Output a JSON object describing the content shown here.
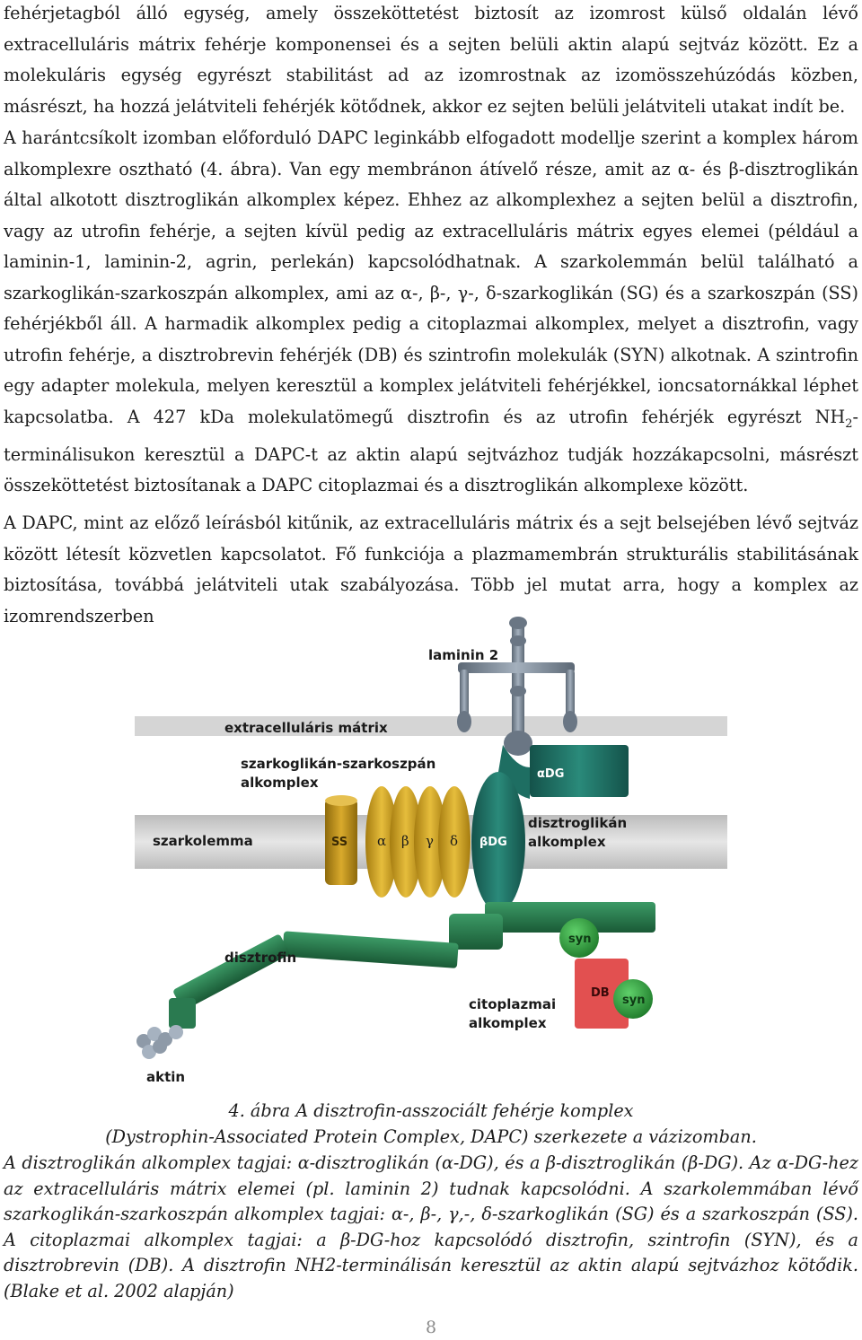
{
  "paragraphs": {
    "p1": "fehérjetagból álló egység, amely összeköttetést biztosít az izomrost külső oldalán lévő extracelluláris mátrix fehérje komponensei és a sejten belüli aktin alapú sejtváz között. Ez a molekuláris egység egyrészt stabilitást ad az izomrostnak az izomösszehúzódás közben, másrészt, ha hozzá jelátviteli fehérjék kötődnek, akkor ez  sejten belüli jelátviteli utakat indít be.",
    "p2_before_sub": "A harántcsíkolt izomban előforduló DAPC leginkább elfogadott modellje szerint a komplex három alkomplexre osztható (4. ábra). Van egy membránon átívelő része, amit az α- és β-disztroglikán által alkotott disztroglikán alkomplex képez. Ehhez az alkomplexhez a sejten belül a disztrofin, vagy az utrofin fehérje, a sejten kívül pedig az extracelluláris mátrix egyes elemei (például a laminin-1, laminin-2, agrin, perlekán) kapcsolódhatnak. A szarkolemmán belül található a szarkoglikán-szarkoszpán alkomplex, ami az α-, β-, γ-, δ-szarkoglikán (SG) és a szarkoszpán (SS) fehérjékből áll. A harmadik alkomplex pedig a citoplazmai alkomplex, melyet a disztrofin, vagy utrofin fehérje, a disztrobrevin fehérjék (DB) és szintrofin molekulák (SYN) alkotnak. A szintrofin egy adapter molekula, melyen keresztül a komplex jelátviteli fehérjékkel, ioncsatornákkal léphet kapcsolatba. A 427 kDa molekulatömegű disztrofin és az utrofin fehérjék egyrészt NH",
    "p2_sub": "2",
    "p2_after_sub": "-terminálisukon keresztül a DAPC-t az aktin alapú sejtvázhoz tudják hozzákapcsolni, másrészt összeköttetést biztosítanak a DAPC citoplazmai és a disztroglikán alkomplexe között.",
    "p3": "A DAPC, mint az előző leírásból kitűnik, az extracelluláris mátrix és a sejt belsejében lévő sejtváz között létesít közvetlen kapcsolatot. Fő funkciója a plazmamembrán strukturális stabilitásának biztosítása, továbbá jelátviteli utak szabályozása. Több jel mutat arra, hogy a komplex az izomrendszerben"
  },
  "figure": {
    "labels": {
      "laminin": "laminin 2",
      "ecm": "extracelluláris mátrix",
      "sg_complex_1": "szarkoglikán-szarkoszpán",
      "sg_complex_2": "alkomplex",
      "sarcolemma": "szarkolemma",
      "dg_complex_1": "disztroglikán",
      "dg_complex_2": "alkomplex",
      "dystrophin": "disztrofin",
      "cyto_1": "citoplazmai",
      "cyto_2": "alkomplex",
      "actin": "aktin"
    },
    "proteins": {
      "ss": "SS",
      "alpha": "α",
      "beta": "β",
      "gamma": "γ",
      "delta": "δ",
      "bdg": "βDG",
      "adg": "αDG",
      "syn_top": "syn",
      "db": "DB",
      "syn_bottom": "syn"
    },
    "colors": {
      "membrane": "#d7d7d7",
      "ecm_band": "#c8c8c8",
      "laminin": "#7f8a96",
      "sarcospan": "#c89a20",
      "sarcoglycan": "#d0a41a",
      "dystroglycan": "#1e6e62",
      "dystrophin": "#2a7a50",
      "syntrophin": "#2e9e3e",
      "dystrobrevin": "#e04f4f",
      "actin": "#8e9aa8"
    }
  },
  "caption": {
    "line1": "4. ábra A disztrofin-asszociált fehérje komplex",
    "line2": "(Dystrophin-Associated Protein Complex, DAPC) szerkezete a vázizomban.",
    "body": "A disztroglikán alkomplex tagjai: α-disztroglikán (α-DG), és a β-disztroglikán (β-DG). Az α-DG-hez az extracelluláris mátrix elemei (pl. laminin 2) tudnak kapcsolódni. A szarkolemmában lévő szarkoglikán-szarkoszpán alkomplex tagjai: α-, β-, γ,-, δ-szarkoglikán (SG) és a szarkoszpán (SS). A citoplazmai alkomplex tagjai: a β-DG-hoz kapcsolódó disztrofin, szintrofin (SYN), és a disztrobrevin (DB). A disztrofin NH2-terminálisán keresztül az aktin alapú sejtvázhoz kötődik. (Blake et al. 2002 alapján)"
  },
  "page_number": "8"
}
